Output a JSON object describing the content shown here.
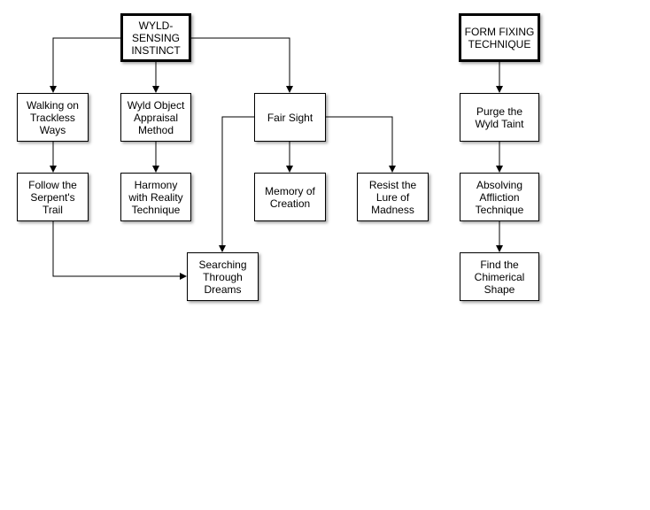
{
  "diagram": {
    "trees": [
      {
        "root": "WYLD-\nSENSING\nINSTINCT",
        "nodes": [
          "Walking on\nTrackless\nWays",
          "Wyld Object\nAppraisal\nMethod",
          "Fair Sight",
          "Follow the\nSerpent's\nTrail",
          "Harmony\nwith Reality\nTechnique",
          "Memory of\nCreation",
          "Resist the\nLure of\nMadness",
          "Searching\nThrough\nDreams"
        ]
      },
      {
        "root": "FORM FIXING\nTECHNIQUE",
        "nodes": [
          "Purge the\nWyld Taint",
          "Absolving\nAffliction\nTechnique",
          "Find the\nChimerical\nShape"
        ]
      }
    ]
  }
}
